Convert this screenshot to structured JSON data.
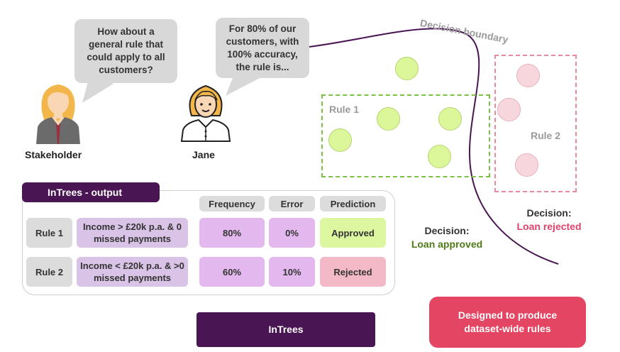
{
  "bubbles": {
    "stakeholder": "How about a general rule that could apply to all customers?",
    "jane": "For 80% of our customers, with 100% accuracy, the rule is..."
  },
  "people": {
    "stakeholder": "Stakeholder",
    "jane": "Jane"
  },
  "table": {
    "title": "InTrees - output",
    "headers": [
      "Frequency",
      "Error",
      "Prediction"
    ],
    "rows": [
      {
        "rule": "Rule 1",
        "condition": "Income > £20k p.a. & 0 missed payments",
        "frequency": "80%",
        "error": "0%",
        "prediction": "Approved"
      },
      {
        "rule": "Rule 2",
        "condition": "Income < £20k p.a. & >0 missed payments",
        "frequency": "60%",
        "error": "10%",
        "prediction": "Rejected"
      }
    ]
  },
  "plot": {
    "boundary_label": "Decision boundary",
    "rule1_label": "Rule 1",
    "rule2_label": "Rule 2",
    "decision_approved_title": "Decision:",
    "decision_approved_value": "Loan approved",
    "decision_rejected_title": "Decision:",
    "decision_rejected_value": "Loan rejected"
  },
  "buttons": {
    "intrees": "InTrees",
    "designed": "Designed to produce dataset-wide rules"
  },
  "colors": {
    "purple": "#4a1553",
    "approved": "#4e7a16",
    "rejected": "#e0426a",
    "cta": "#e44563"
  }
}
